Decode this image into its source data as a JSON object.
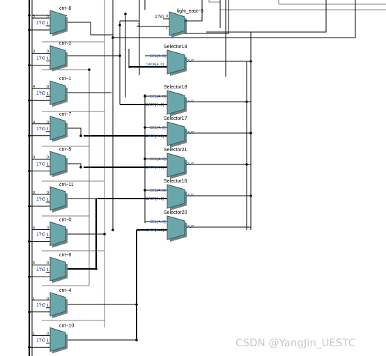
{
  "muxes": [
    {
      "name": "cnt~8",
      "sel": "3",
      "in0": "0",
      "in1": "1'h0",
      "pin1": "1"
    },
    {
      "name": "cnt~2",
      "sel": "3",
      "in0": "0",
      "in1": "1'h0",
      "pin1": "1"
    },
    {
      "name": "cnt~1",
      "sel": "4",
      "in0": "0",
      "in1": "1'h0",
      "pin1": "1"
    },
    {
      "name": "cnt~7",
      "sel": "4",
      "in0": "0",
      "in1": "1'h0",
      "pin1": "1"
    },
    {
      "name": "cnt~5",
      "sel": "0",
      "in0": "0",
      "in1": "1'h0",
      "pin1": "1"
    },
    {
      "name": "cnt~11",
      "sel": "0",
      "in0": "0",
      "in1": "1'h0",
      "pin1": "1"
    },
    {
      "name": "cnt~0",
      "sel": "5",
      "in0": "0",
      "in1": "1'h0",
      "pin1": "1"
    },
    {
      "name": "cnt~6",
      "sel": "5",
      "in0": "0",
      "in1": "1'h0",
      "pin1": "1"
    },
    {
      "name": "cnt~4",
      "sel": "1",
      "in0": "0",
      "in1": "1'h0",
      "pin1": "1"
    },
    {
      "name": "cnt~10",
      "sel": "1",
      "in0": "0",
      "in1": "1'h0",
      "pin1": "1"
    }
  ],
  "light_mux": {
    "name": "light_east~3",
    "in0": "1'h0",
    "pin0": "0",
    "sel": "2",
    "pin1": "1"
  },
  "selectors": [
    {
      "name": "Selector19",
      "sel_pin": "SEL[4..0]",
      "data_pin": "DATA[4..0]",
      "out_pin": "OUT"
    },
    {
      "name": "Selector18",
      "sel_pin": "SEL[4..0]",
      "data_pin": "DATA[4..0]",
      "out_pin": "OUT"
    },
    {
      "name": "Selector17",
      "sel_pin": "SEL[4..0]",
      "data_pin": "DATA[4..0]",
      "out_pin": "OUT"
    },
    {
      "name": "Selector21",
      "sel_pin": "SEL[4..0]",
      "data_pin": "DATA[4..0]",
      "out_pin": "OUT"
    },
    {
      "name": "Selector16",
      "sel_pin": "SEL[4..0]",
      "data_pin": "DATA[4..0]",
      "out_pin": "OUT"
    },
    {
      "name": "Selector20",
      "sel_pin": "SEL[4..0]",
      "data_pin": "DATA[4..0]",
      "out_pin": "OUT"
    }
  ],
  "watermark": "CSDN @YangJin_UESTC",
  "colors": {
    "block_fill": "#6aa7ab",
    "block_stroke": "#2f5e62",
    "wire": "#000000"
  }
}
